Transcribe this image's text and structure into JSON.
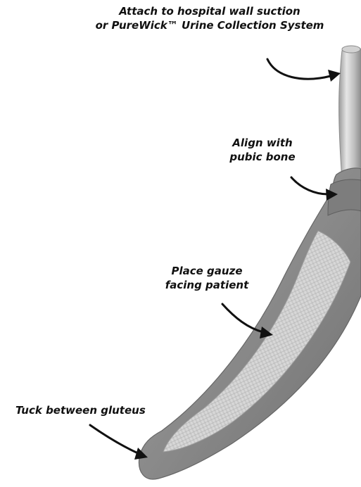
{
  "labels": {
    "attach": {
      "line1": "Attach to hospital wall suction",
      "line2": "or PureWick™ Urine Collection System"
    },
    "align": {
      "line1": "Align with",
      "line2": "pubic bone"
    },
    "gauze": {
      "line1": "Place gauze",
      "line2": "facing patient"
    },
    "tuck": {
      "line1": "Tuck between gluteus"
    }
  },
  "colors": {
    "text": "#111111",
    "arrow": "#111111",
    "device_body": "#8a8a8a",
    "gauze": "#d6d6d6",
    "tube": "#c9c9c9"
  }
}
